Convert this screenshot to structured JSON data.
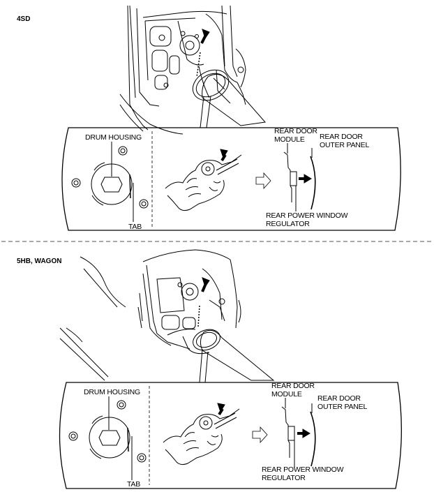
{
  "sections": [
    {
      "variant": "4SD",
      "labels": {
        "drum_housing": "DRUM HOUSING",
        "tab": "TAB",
        "module": "REAR DOOR\nMODULE",
        "outer_panel": "REAR DOOR\nOUTER PANEL",
        "regulator": "REAR POWER WINDOW\nREGULATOR"
      }
    },
    {
      "variant": "5HB, WAGON",
      "labels": {
        "drum_housing": "DRUM HOUSING",
        "tab": "TAB",
        "module": "REAR DOOR\nMODULE",
        "outer_panel": "REAR DOOR\nOUTER PANEL",
        "regulator": "REAR POWER WINDOW\nREGULATOR"
      }
    }
  ],
  "colors": {
    "line": "#000000",
    "divider": "#777777"
  },
  "icons": [
    "pull-arrow-icon",
    "process-arrow-icon",
    "push-arrow-icon"
  ]
}
